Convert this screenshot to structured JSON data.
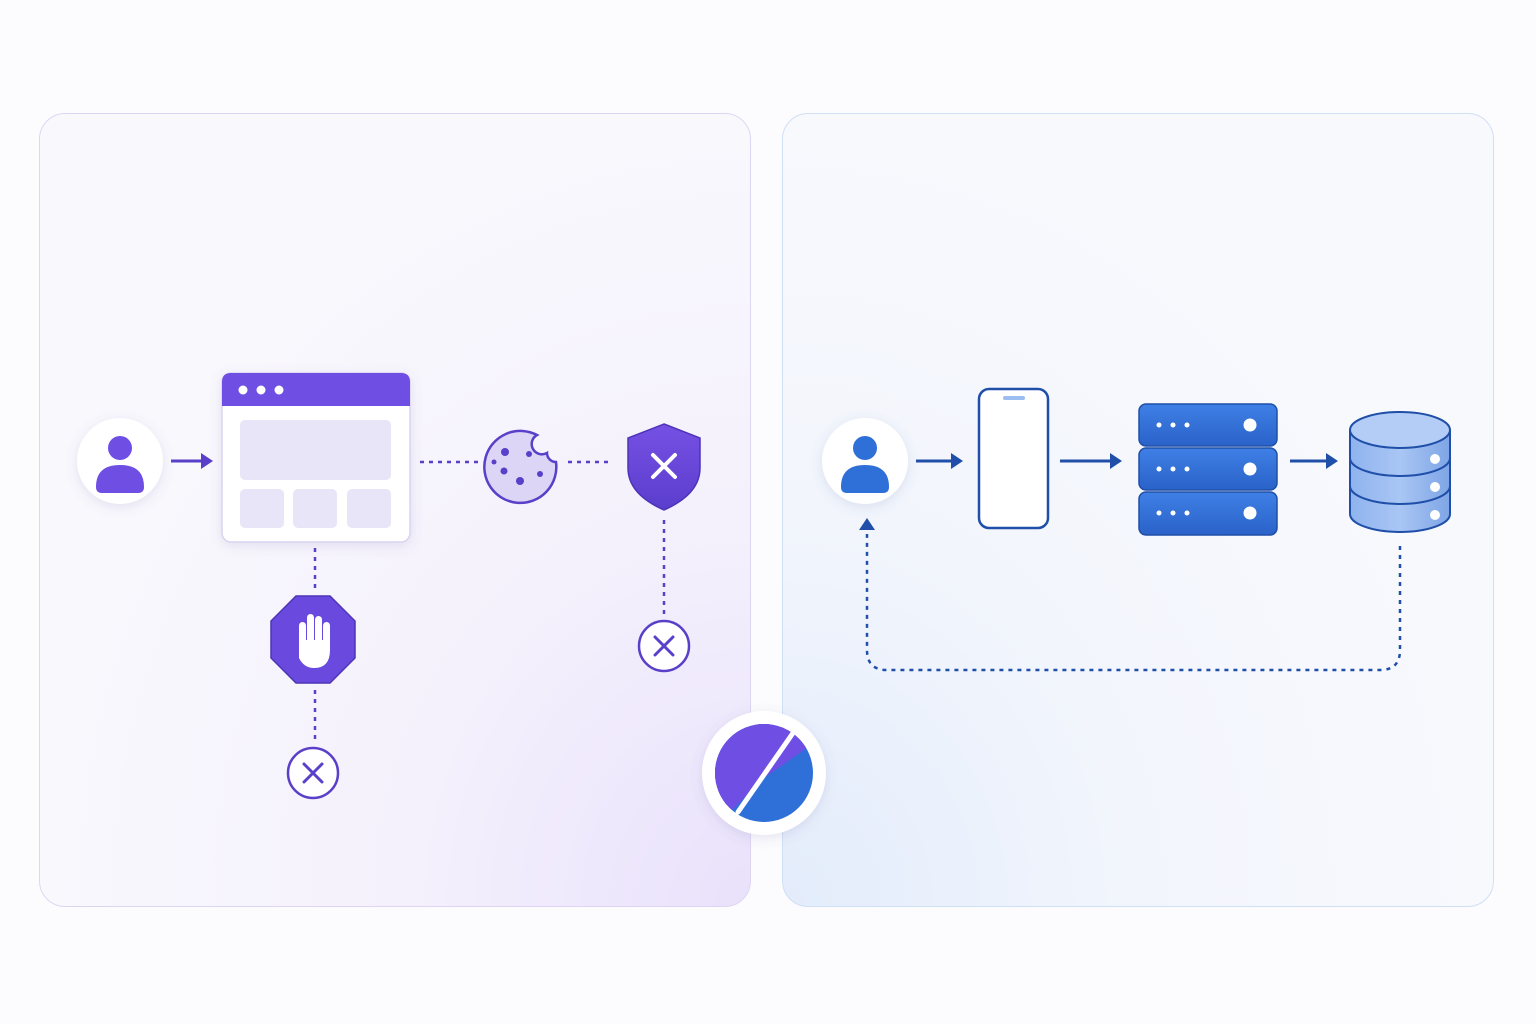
{
  "colors": {
    "purple": "#6e4ee3",
    "purple_dark": "#5a3fc8",
    "purple_light": "#e9e5f8",
    "blue": "#2f6fd8",
    "blue_dark": "#1f4fa8",
    "blue_light": "#9cbdf0"
  },
  "left_flow": {
    "nodes": [
      "user-icon",
      "browser-window-icon",
      "cookie-icon",
      "shield-x-icon",
      "stop-hand-icon",
      "blocked-x-icon"
    ],
    "connectors": [
      "arrow",
      "dotted",
      "dotted",
      "dotted",
      "dotted"
    ]
  },
  "right_flow": {
    "nodes": [
      "user-icon",
      "smartphone-icon",
      "server-stack-icon",
      "database-icon"
    ],
    "connectors": [
      "arrow",
      "arrow",
      "arrow",
      "dashed-return"
    ]
  },
  "center_badge": "split-circle-icon"
}
